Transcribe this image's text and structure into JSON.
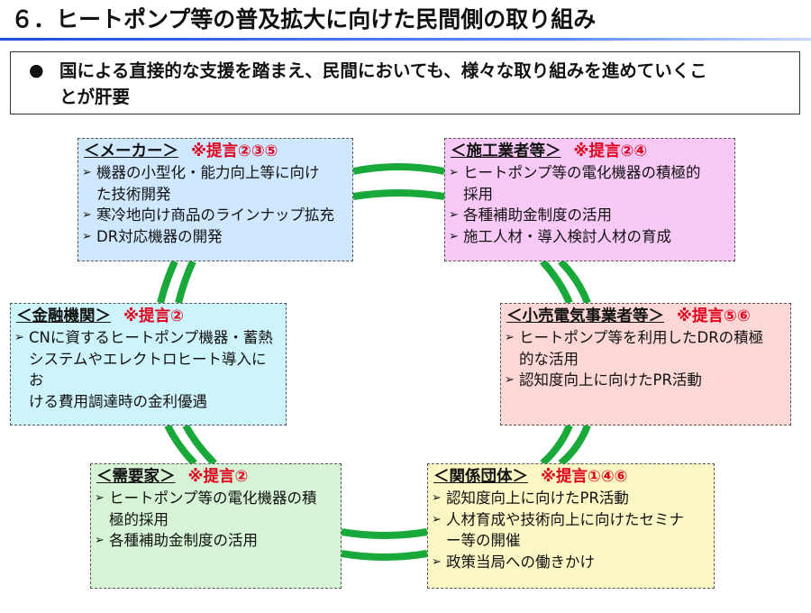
{
  "header": {
    "title": "６．ヒートポンプ等の普及拡大に向けた民間側の取り組み"
  },
  "summary": {
    "bullet": "●",
    "text_line1": "国による直接的な支援を踏まえ、民間においても、様々な取り組みを進めていくこ",
    "text_line2": "とが肝要"
  },
  "colors": {
    "ring": "#19a93a",
    "proposal": "#e0001b",
    "title_rule": "#1f4fd8"
  },
  "boxes": {
    "maker": {
      "name": "＜メーカー＞",
      "proposal": "※提言②③⑤",
      "items": [
        "機器の小型化・能力向上等に向け",
        "た技術開発",
        "寒冷地向け商品のラインナップ拡充",
        "DR対応機器の開発"
      ]
    },
    "contractor": {
      "name": "＜施工業者等＞",
      "proposal": "※提言②④",
      "items": [
        "ヒートポンプ等の電化機器の積極的",
        "採用",
        "各種補助金制度の活用",
        "施工人材・導入検討人材の育成"
      ]
    },
    "finance": {
      "name": "＜金融機関＞",
      "proposal": "※提言②",
      "items": [
        "CNに資するヒートポンプ機器・蓄熱",
        "システムやエレクトロヒート導入にお",
        "ける費用調達時の金利優遇"
      ]
    },
    "retailer": {
      "name": "＜小売電気事業者等＞",
      "proposal": "※提言⑤⑥",
      "items": [
        "ヒートポンプ等を利用したDRの積極",
        "的な活用",
        "認知度向上に向けたPR活動"
      ]
    },
    "demand": {
      "name": "＜需要家＞",
      "proposal": "※提言②",
      "items": [
        "ヒートポンプ等の電化機器の積",
        "極的採用",
        "各種補助金制度の活用"
      ]
    },
    "association": {
      "name": "＜関係団体＞",
      "proposal": "※提言①④⑥",
      "items": [
        "認知度向上に向けたPR活動",
        "人材育成や技術向上に向けたセミナ",
        "ー等の開催",
        "政策当局への働きかけ"
      ]
    }
  }
}
